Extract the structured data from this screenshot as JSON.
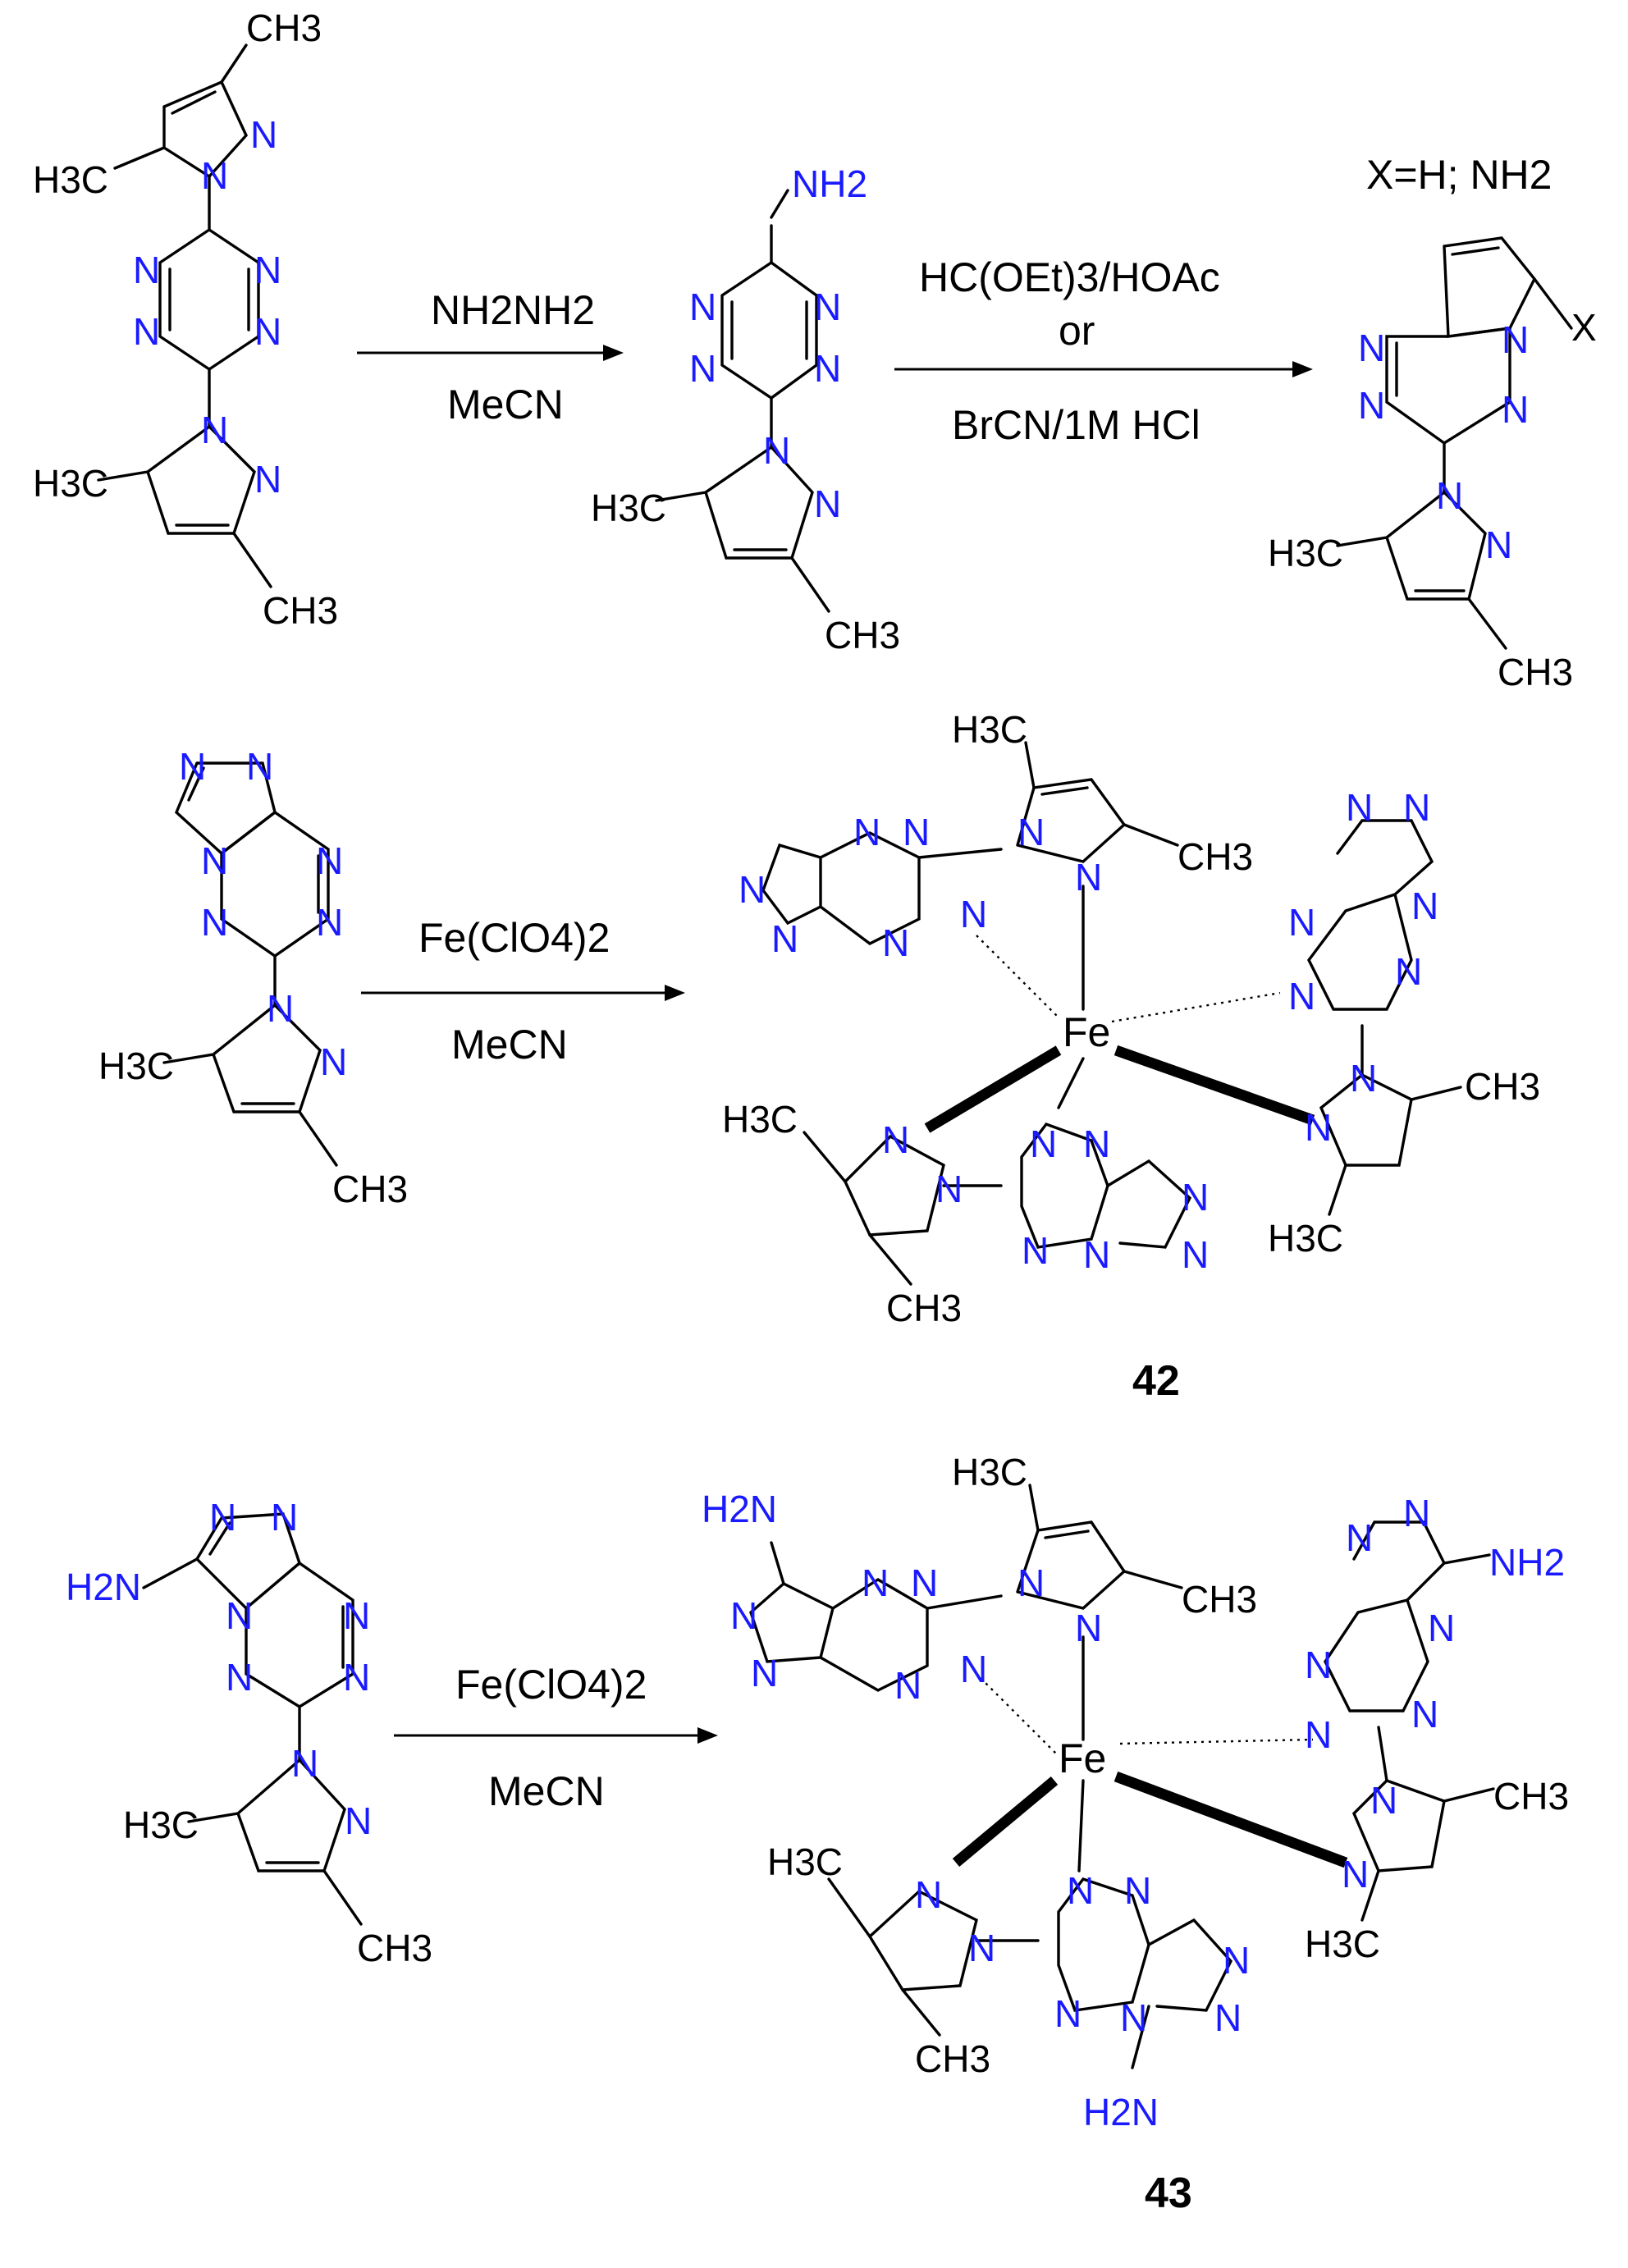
{
  "reactions": [
    {
      "reagent_top": "NH2NH2",
      "reagent_bottom": "MeCN"
    },
    {
      "reagent_top": "HC(OEt)3/HOAc",
      "reagent_mid": "or",
      "reagent_bottom": "BrCN/1M HCl"
    },
    {
      "reagent_top": "Fe(ClO4)2",
      "reagent_bottom": "MeCN"
    },
    {
      "reagent_top": "Fe(ClO4)2",
      "reagent_bottom": "MeCN"
    }
  ],
  "substituent_note": "X=H; NH2",
  "compound_labels": [
    "42",
    "43"
  ],
  "atom_labels": {
    "methyl_left": "H3C",
    "methyl_right": "CH3",
    "amine_right": "NH2",
    "amine_left": "H2N",
    "nitrogen": "N",
    "iron": "Fe",
    "substituent": "X"
  },
  "colors": {
    "heteroatom": "#1a1aff",
    "bonds": "#000000"
  }
}
